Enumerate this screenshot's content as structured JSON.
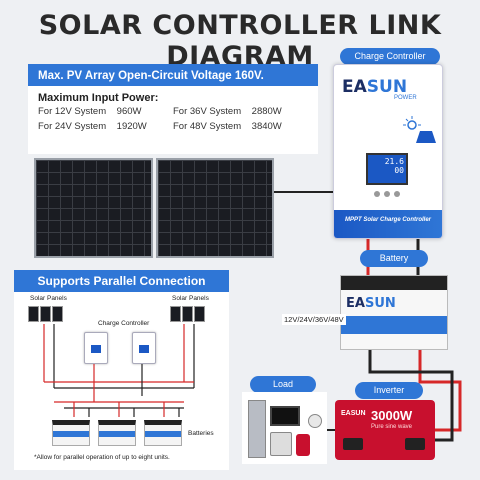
{
  "title": "SOLAR CONTROLLER LINK DIAGRAM",
  "labels": {
    "charge_controller": "Charge Controller",
    "battery": "Battery",
    "load": "Load",
    "inverter": "Inverter"
  },
  "spec": {
    "header": "Max. PV Array Open-Circuit Voltage 160V.",
    "subheader": "Maximum Input Power:",
    "rows": [
      {
        "system": "For 12V System",
        "power": "960W"
      },
      {
        "system": "For 36V System",
        "power": "2880W"
      },
      {
        "system": "For 24V System",
        "power": "1920W"
      },
      {
        "system": "For 48V System",
        "power": "3840W"
      }
    ]
  },
  "controller": {
    "brand_a": "EA",
    "brand_b": "SUN",
    "brand_c": "POWER",
    "screen_a": "21.6",
    "screen_b": "00",
    "model": "MPPT Solar Charge Controller"
  },
  "battery": {
    "brand_a": "EA",
    "brand_b": "SUN",
    "voltages": "12V/24V/36V/48V"
  },
  "parallel": {
    "header": "Supports Parallel Connection",
    "solar_panels_left": "Solar Panels",
    "solar_panels_right": "Solar Panels",
    "charge_controller": "Charge Controller",
    "batteries": "Batteries",
    "note": "*Allow for parallel operation of up to eight units."
  },
  "inverter": {
    "brand": "EASUN",
    "power": "3000W",
    "wave": "Pure sine wave"
  },
  "colors": {
    "accent": "#2f76d6",
    "inverter": "#c8102e",
    "wire_positive": "#d62828",
    "wire_negative": "#222222"
  }
}
